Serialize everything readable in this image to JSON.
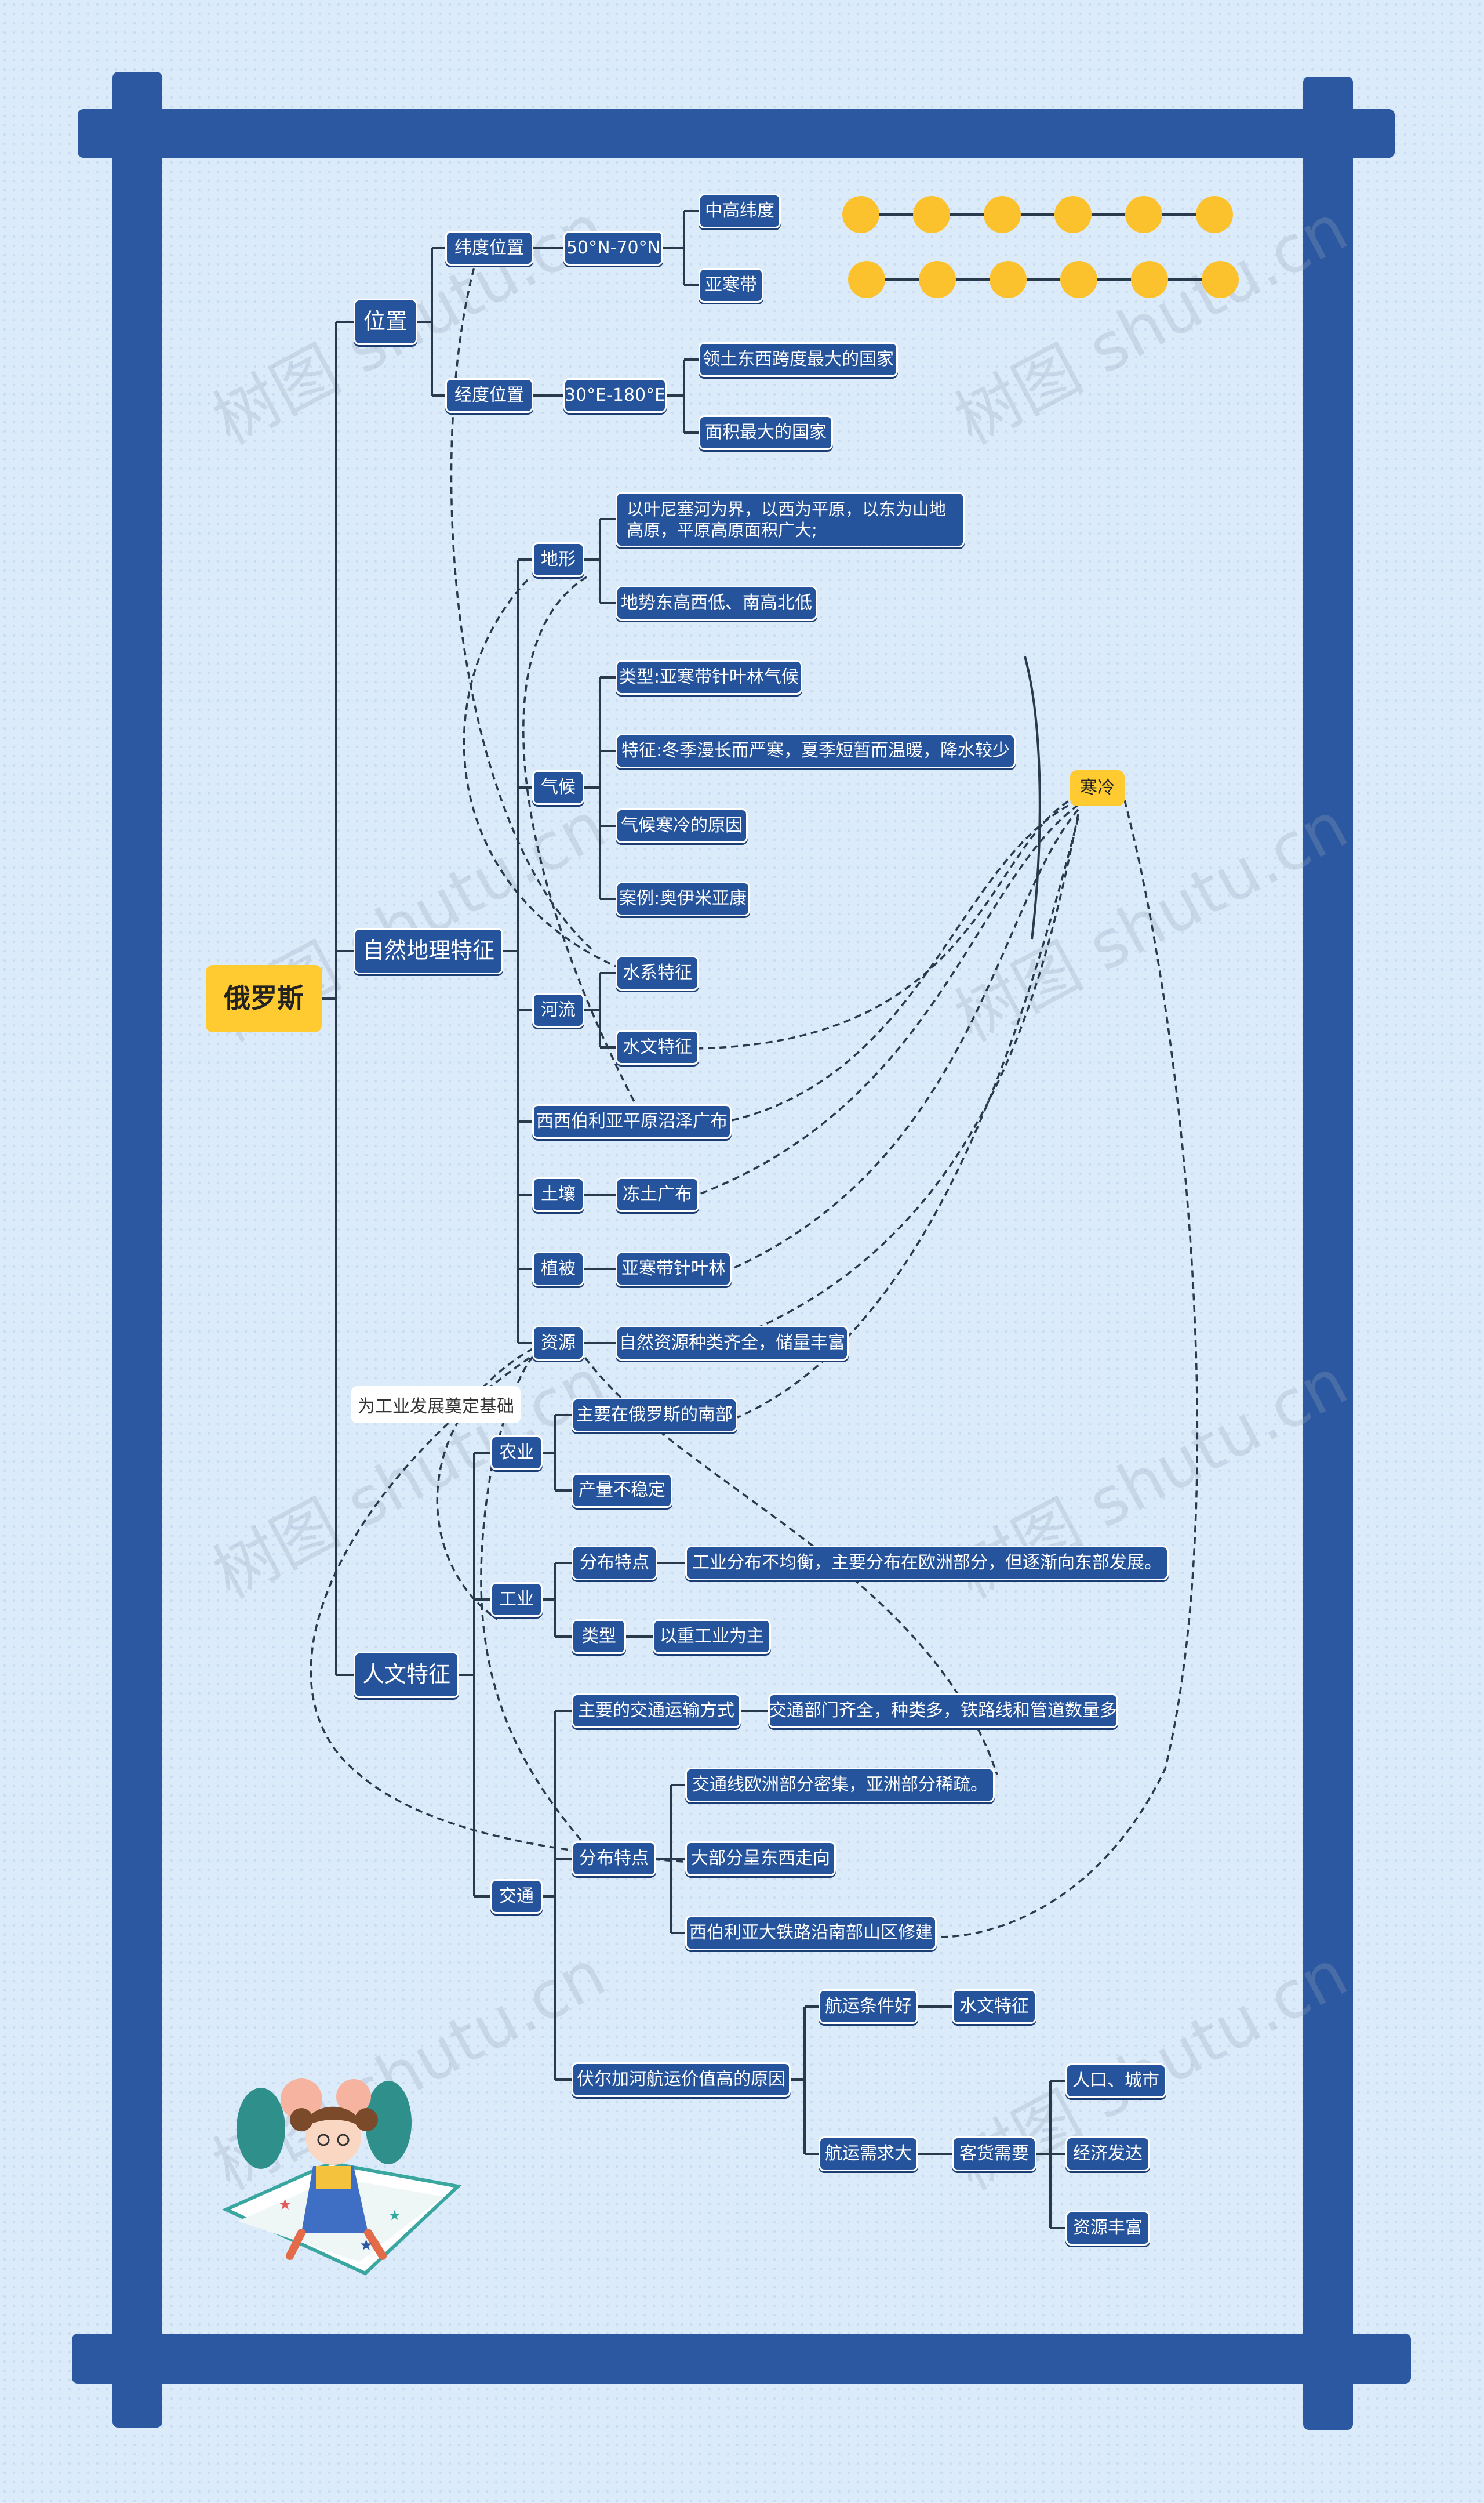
{
  "root": "俄罗斯",
  "watermark": "树图 shutu.cn",
  "branches": {
    "location": {
      "label": "位置",
      "latitude": {
        "label": "纬度位置",
        "value": "50°N-70°N",
        "children": [
          "中高纬度",
          "亚寒带"
        ]
      },
      "longitude": {
        "label": "经度位置",
        "value": "30°E-180°E",
        "children": [
          "领土东西跨度最大的国家",
          "面积最大的国家"
        ]
      }
    },
    "natural": {
      "label": "自然地理特征",
      "terrain": {
        "label": "地形",
        "children": [
          "以叶尼塞河为界，以西为平原，以东为山地高原，平原高原面积广大;",
          "地势东高西低、南高北低"
        ]
      },
      "climate": {
        "label": "气候",
        "children": [
          "类型:亚寒带针叶林气候",
          "特征:冬季漫长而严寒，夏季短暂而温暖，降水较少",
          "气候寒冷的原因",
          "案例:奥伊米亚康"
        ]
      },
      "river": {
        "label": "河流",
        "children": [
          "水系特征",
          "水文特征"
        ]
      },
      "swamp": "西西伯利亚平原沼泽广布",
      "soil": {
        "label": "土壤",
        "child": "冻土广布"
      },
      "vegetation": {
        "label": "植被",
        "child": "亚寒带针叶林"
      },
      "resource": {
        "label": "资源",
        "child": "自然资源种类齐全，储量丰富"
      },
      "cold": "寒冷"
    },
    "human": {
      "label": "人文特征",
      "note": "为工业发展奠定基础",
      "agriculture": {
        "label": "农业",
        "children": [
          "主要在俄罗斯的南部",
          "产量不稳定"
        ]
      },
      "industry": {
        "label": "工业",
        "distribution": {
          "label": "分布特点",
          "child": "工业分布不均衡，主要分布在欧洲部分，但逐渐向东部发展。"
        },
        "type": {
          "label": "类型",
          "child": "以重工业为主"
        }
      },
      "transport": {
        "label": "交通",
        "mode": {
          "label": "主要的交通运输方式",
          "child": "交通部门齐全，种类多，铁路线和管道数量多"
        },
        "distribution": {
          "label": "分布特点",
          "children": [
            "交通线欧洲部分密集，亚洲部分稀疏。",
            "大部分呈东西走向",
            "西伯利亚大铁路沿南部山区修建"
          ]
        },
        "volga": {
          "label": "伏尔加河航运价值高的原因",
          "condition": {
            "label": "航运条件好",
            "child": "水文特征"
          },
          "demand": {
            "label": "航运需求大",
            "sub": "客货需要",
            "children": [
              "人口、城市",
              "经济发达",
              "资源丰富"
            ]
          }
        }
      }
    }
  },
  "colors": {
    "node": "#26549c",
    "frame": "#2b58a0",
    "highlight": "#ffcb30",
    "line": "#2a3a4d",
    "dot": "#fcc22d"
  }
}
